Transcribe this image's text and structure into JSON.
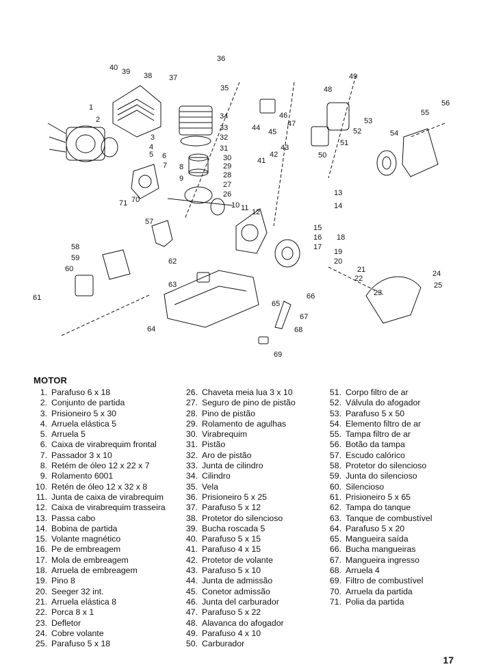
{
  "diagram": {
    "callouts": [
      "1",
      "2",
      "3",
      "4",
      "5",
      "6",
      "7",
      "8",
      "9",
      "10",
      "11",
      "12",
      "13",
      "14",
      "15",
      "16",
      "17",
      "18",
      "19",
      "20",
      "21",
      "22",
      "23",
      "24",
      "25",
      "26",
      "27",
      "28",
      "29",
      "30",
      "31",
      "32",
      "33",
      "34",
      "35",
      "36",
      "37",
      "38",
      "39",
      "40",
      "41",
      "42",
      "43",
      "44",
      "45",
      "46",
      "47",
      "48",
      "49",
      "50",
      "51",
      "52",
      "53",
      "54",
      "55",
      "56",
      "57",
      "58",
      "59",
      "60",
      "61",
      "62",
      "63",
      "64",
      "65",
      "66",
      "67",
      "68",
      "69",
      "70",
      "71"
    ]
  },
  "section_title": "MOTOR",
  "parts": [
    {
      "num": "1.",
      "desc": "Parafuso 6 x 18"
    },
    {
      "num": "2.",
      "desc": "Conjunto de partida"
    },
    {
      "num": "3.",
      "desc": "Prisioneiro 5 x 30"
    },
    {
      "num": "4.",
      "desc": "Arruela elástica 5"
    },
    {
      "num": "5.",
      "desc": "Arruela 5"
    },
    {
      "num": "6.",
      "desc": "Caixa de virabrequim frontal"
    },
    {
      "num": "7.",
      "desc": "Passador 3 x 10"
    },
    {
      "num": "8.",
      "desc": "Retém de óleo 12 x 22 x 7"
    },
    {
      "num": "9.",
      "desc": "Rolamento 6001"
    },
    {
      "num": "10.",
      "desc": "Retén de óleo 12 x 32 x 8"
    },
    {
      "num": "11.",
      "desc": "Junta de caixa de virabrequim"
    },
    {
      "num": "12.",
      "desc": "Caixa de virabrequim trasseira"
    },
    {
      "num": "13.",
      "desc": "Passa cabo"
    },
    {
      "num": "14.",
      "desc": "Bobina de partida"
    },
    {
      "num": "15.",
      "desc": "Volante magnético"
    },
    {
      "num": "16.",
      "desc": "Pe de embreagem"
    },
    {
      "num": "17.",
      "desc": "Mola de embreagem"
    },
    {
      "num": "18.",
      "desc": "Arruela de embreagem"
    },
    {
      "num": "19.",
      "desc": "Pino 8"
    },
    {
      "num": "20.",
      "desc": "Seeger 32 int."
    },
    {
      "num": "21.",
      "desc": "Arruela elástica 8"
    },
    {
      "num": "22.",
      "desc": "Porca 8 x 1"
    },
    {
      "num": "23.",
      "desc": "Defletor"
    },
    {
      "num": "24.",
      "desc": "Cobre volante"
    },
    {
      "num": "25.",
      "desc": "Parafuso 5 x 18"
    },
    {
      "num": "26.",
      "desc": "Chaveta meia lua 3 x 10"
    },
    {
      "num": "27.",
      "desc": "Seguro de pino de pistão"
    },
    {
      "num": "28.",
      "desc": "Pino de pistão"
    },
    {
      "num": "29.",
      "desc": "Rolamento de agulhas"
    },
    {
      "num": "30.",
      "desc": "Virabrequim"
    },
    {
      "num": "31.",
      "desc": "Pistão"
    },
    {
      "num": "32.",
      "desc": "Aro de pistão"
    },
    {
      "num": "33.",
      "desc": "Junta de cilindro"
    },
    {
      "num": "34.",
      "desc": "Cilindro"
    },
    {
      "num": "35.",
      "desc": "Vela"
    },
    {
      "num": "36.",
      "desc": "Prisioneiro 5 x 25"
    },
    {
      "num": "37.",
      "desc": "Parafuso 5 x 12"
    },
    {
      "num": "38.",
      "desc": "Protetor do silencioso"
    },
    {
      "num": "39.",
      "desc": "Bucha roscada 5"
    },
    {
      "num": "40.",
      "desc": "Parafuso 5 x 15"
    },
    {
      "num": "41.",
      "desc": "Parafuso 4 x 15"
    },
    {
      "num": "42.",
      "desc": "Protetor de volante"
    },
    {
      "num": "43.",
      "desc": "Parafuso 5 x 10"
    },
    {
      "num": "44.",
      "desc": "Junta de admissão"
    },
    {
      "num": "45.",
      "desc": "Conetor admissão"
    },
    {
      "num": "46.",
      "desc": "Junta del carburador"
    },
    {
      "num": "47.",
      "desc": "Parafuso 5 x 22"
    },
    {
      "num": "48.",
      "desc": "Alavanca do afogador"
    },
    {
      "num": "49.",
      "desc": "Parafuso 4 x 10"
    },
    {
      "num": "50.",
      "desc": "Carburador"
    },
    {
      "num": "51.",
      "desc": "Corpo filtro de ar"
    },
    {
      "num": "52.",
      "desc": "Válvula do afogador"
    },
    {
      "num": "53.",
      "desc": "Parafuso 5 x 50"
    },
    {
      "num": "54.",
      "desc": "Elemento filtro de ar"
    },
    {
      "num": "55.",
      "desc": "Tampa filtro de ar"
    },
    {
      "num": "56.",
      "desc": "Botão da tampa"
    },
    {
      "num": "57.",
      "desc": "Escudo calórico"
    },
    {
      "num": "58.",
      "desc": "Protetor do silencioso"
    },
    {
      "num": "59.",
      "desc": "Junta do silencioso"
    },
    {
      "num": "60.",
      "desc": "Silencioso"
    },
    {
      "num": "61.",
      "desc": "Prisioneiro 5 x 65"
    },
    {
      "num": "62.",
      "desc": "Tampa do tanque"
    },
    {
      "num": "63.",
      "desc": "Tanque de combustível"
    },
    {
      "num": "64.",
      "desc": "Parafuso 5 x 20"
    },
    {
      "num": "65.",
      "desc": "Mangueira saída"
    },
    {
      "num": "66.",
      "desc": "Bucha mangueiras"
    },
    {
      "num": "67.",
      "desc": "Mangueira ingresso"
    },
    {
      "num": "68.",
      "desc": "Arruela 4"
    },
    {
      "num": "69.",
      "desc": "Filtro de combustível"
    },
    {
      "num": "70.",
      "desc": "Arruela da partida"
    },
    {
      "num": "71.",
      "desc": "Polia da partida"
    }
  ],
  "page_number": "17"
}
